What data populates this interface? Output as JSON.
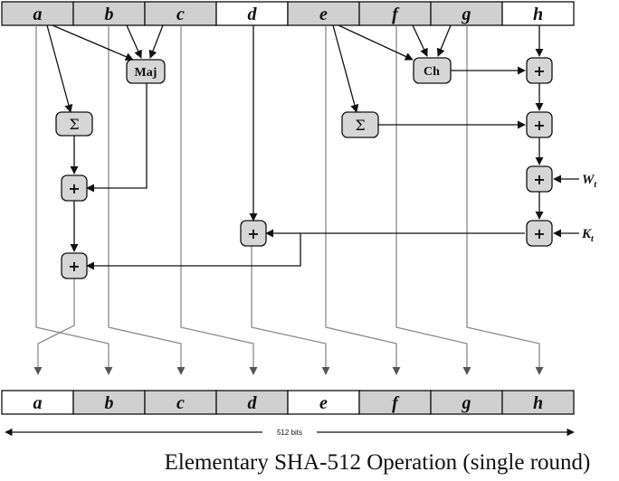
{
  "top_registers": [
    {
      "label": "a",
      "shaded": true
    },
    {
      "label": "b",
      "shaded": true
    },
    {
      "label": "c",
      "shaded": true
    },
    {
      "label": "d",
      "shaded": false
    },
    {
      "label": "e",
      "shaded": true
    },
    {
      "label": "f",
      "shaded": true
    },
    {
      "label": "g",
      "shaded": true
    },
    {
      "label": "h",
      "shaded": false
    }
  ],
  "bottom_registers": [
    {
      "label": "a",
      "shaded": false
    },
    {
      "label": "b",
      "shaded": true
    },
    {
      "label": "c",
      "shaded": true
    },
    {
      "label": "d",
      "shaded": true
    },
    {
      "label": "e",
      "shaded": false
    },
    {
      "label": "f",
      "shaded": true
    },
    {
      "label": "g",
      "shaded": true
    },
    {
      "label": "h",
      "shaded": true
    }
  ],
  "ops": {
    "maj": "Maj",
    "ch": "Ch",
    "sigma": "Σ",
    "plus": "+"
  },
  "inputs": {
    "w": "W",
    "w_sub": "t",
    "k": "K",
    "k_sub": "t"
  },
  "width_label": "512 bits",
  "caption": "Elementary SHA-512 Operation (single round)",
  "colors": {
    "shaded": "#d0d0d0",
    "box": "#d6d6d6",
    "line_dark": "#111111",
    "line_light": "#888888"
  }
}
